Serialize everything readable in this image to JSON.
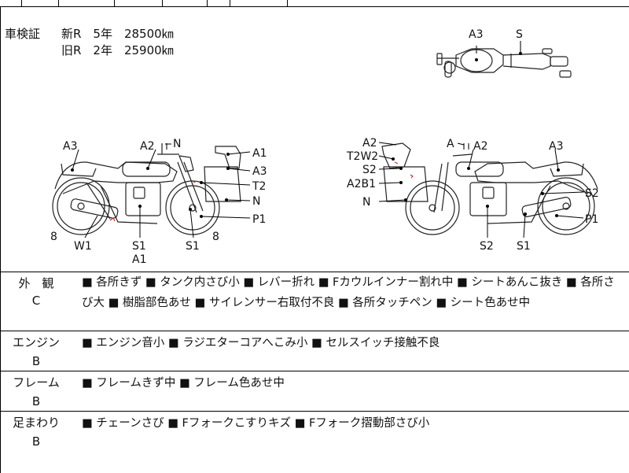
{
  "registration": {
    "label": "車検証",
    "line1": "新R　5年　28500㎞",
    "line2": "旧R　2年　25900㎞"
  },
  "top_view_labels": {
    "a3": "A3",
    "s": "S"
  },
  "left_side_labels": {
    "a3": "A3",
    "a2": "A2",
    "n_top": "N",
    "a1": "A1",
    "a3_right": "A3",
    "t2": "T2",
    "n_right": "N",
    "p1": "P1",
    "num_left": "8",
    "num_right": "8",
    "w1": "W1",
    "s1_center": "S1",
    "a1_bottom": "A1",
    "s1_right": "S1"
  },
  "right_side_labels": {
    "a2": "A2",
    "t2w2": "T2W2",
    "s2": "S2",
    "a2b1": "A2B1",
    "n": "N",
    "a": "A",
    "a2_center": "A2",
    "a3": "A3",
    "s2_right": "S2",
    "p1": "P1",
    "s2_bottom": "S2",
    "s1_bottom": "S1"
  },
  "condition": [
    {
      "name": "外　観",
      "grade": "C",
      "notes": "■ 各所きず ■ タンク内さび小 ■ レバー折れ ■ Fカウルインナー割れ中 ■ シートあんこ抜き ■ 各所さび大 ■ 樹脂部色あせ ■ サイレンサー右取付不良 ■ 各所タッチペン ■ シート色あせ中"
    },
    {
      "name": "エンジン",
      "grade": "B",
      "notes": "■ エンジン音小 ■ ラジエターコアへこみ小 ■ セルスイッチ接触不良"
    },
    {
      "name": "フレーム",
      "grade": "B",
      "notes": "■ フレームきず中 ■ フレーム色あせ中"
    },
    {
      "name": "足まわり",
      "grade": "B",
      "notes": "■ チェーンさび ■ Fフォークこすりキズ ■ Fフォーク摺動部さび小"
    }
  ]
}
